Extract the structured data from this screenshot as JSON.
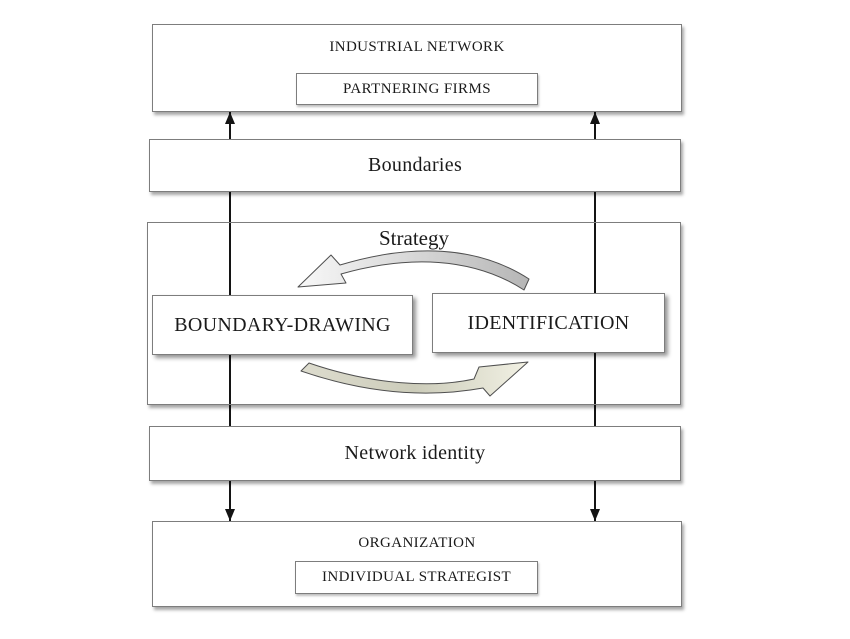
{
  "colors": {
    "border": "#7d7d7d",
    "line": "#141414",
    "text": "#1a1a1a",
    "arrow_top_light": "#f8f8f8",
    "arrow_top_dark": "#b6b6b6",
    "arrow_bottom_a": "#dddcce",
    "arrow_bottom_b": "#ccccba",
    "arrow_bottom_c": "#f2f1e4"
  },
  "boxes": {
    "industrial_network": {
      "label": "INDUSTRIAL NETWORK",
      "inner": "PARTNERING FIRMS"
    },
    "boundaries": {
      "label": "Boundaries"
    },
    "strategy": {
      "label": "Strategy",
      "left": "BOUNDARY-DRAWING",
      "right": "IDENTIFICATION"
    },
    "network_identity": {
      "label": "Network identity"
    },
    "organization": {
      "label": "ORGANIZATION",
      "inner": "INDIVIDUAL STRATEGIST"
    }
  }
}
